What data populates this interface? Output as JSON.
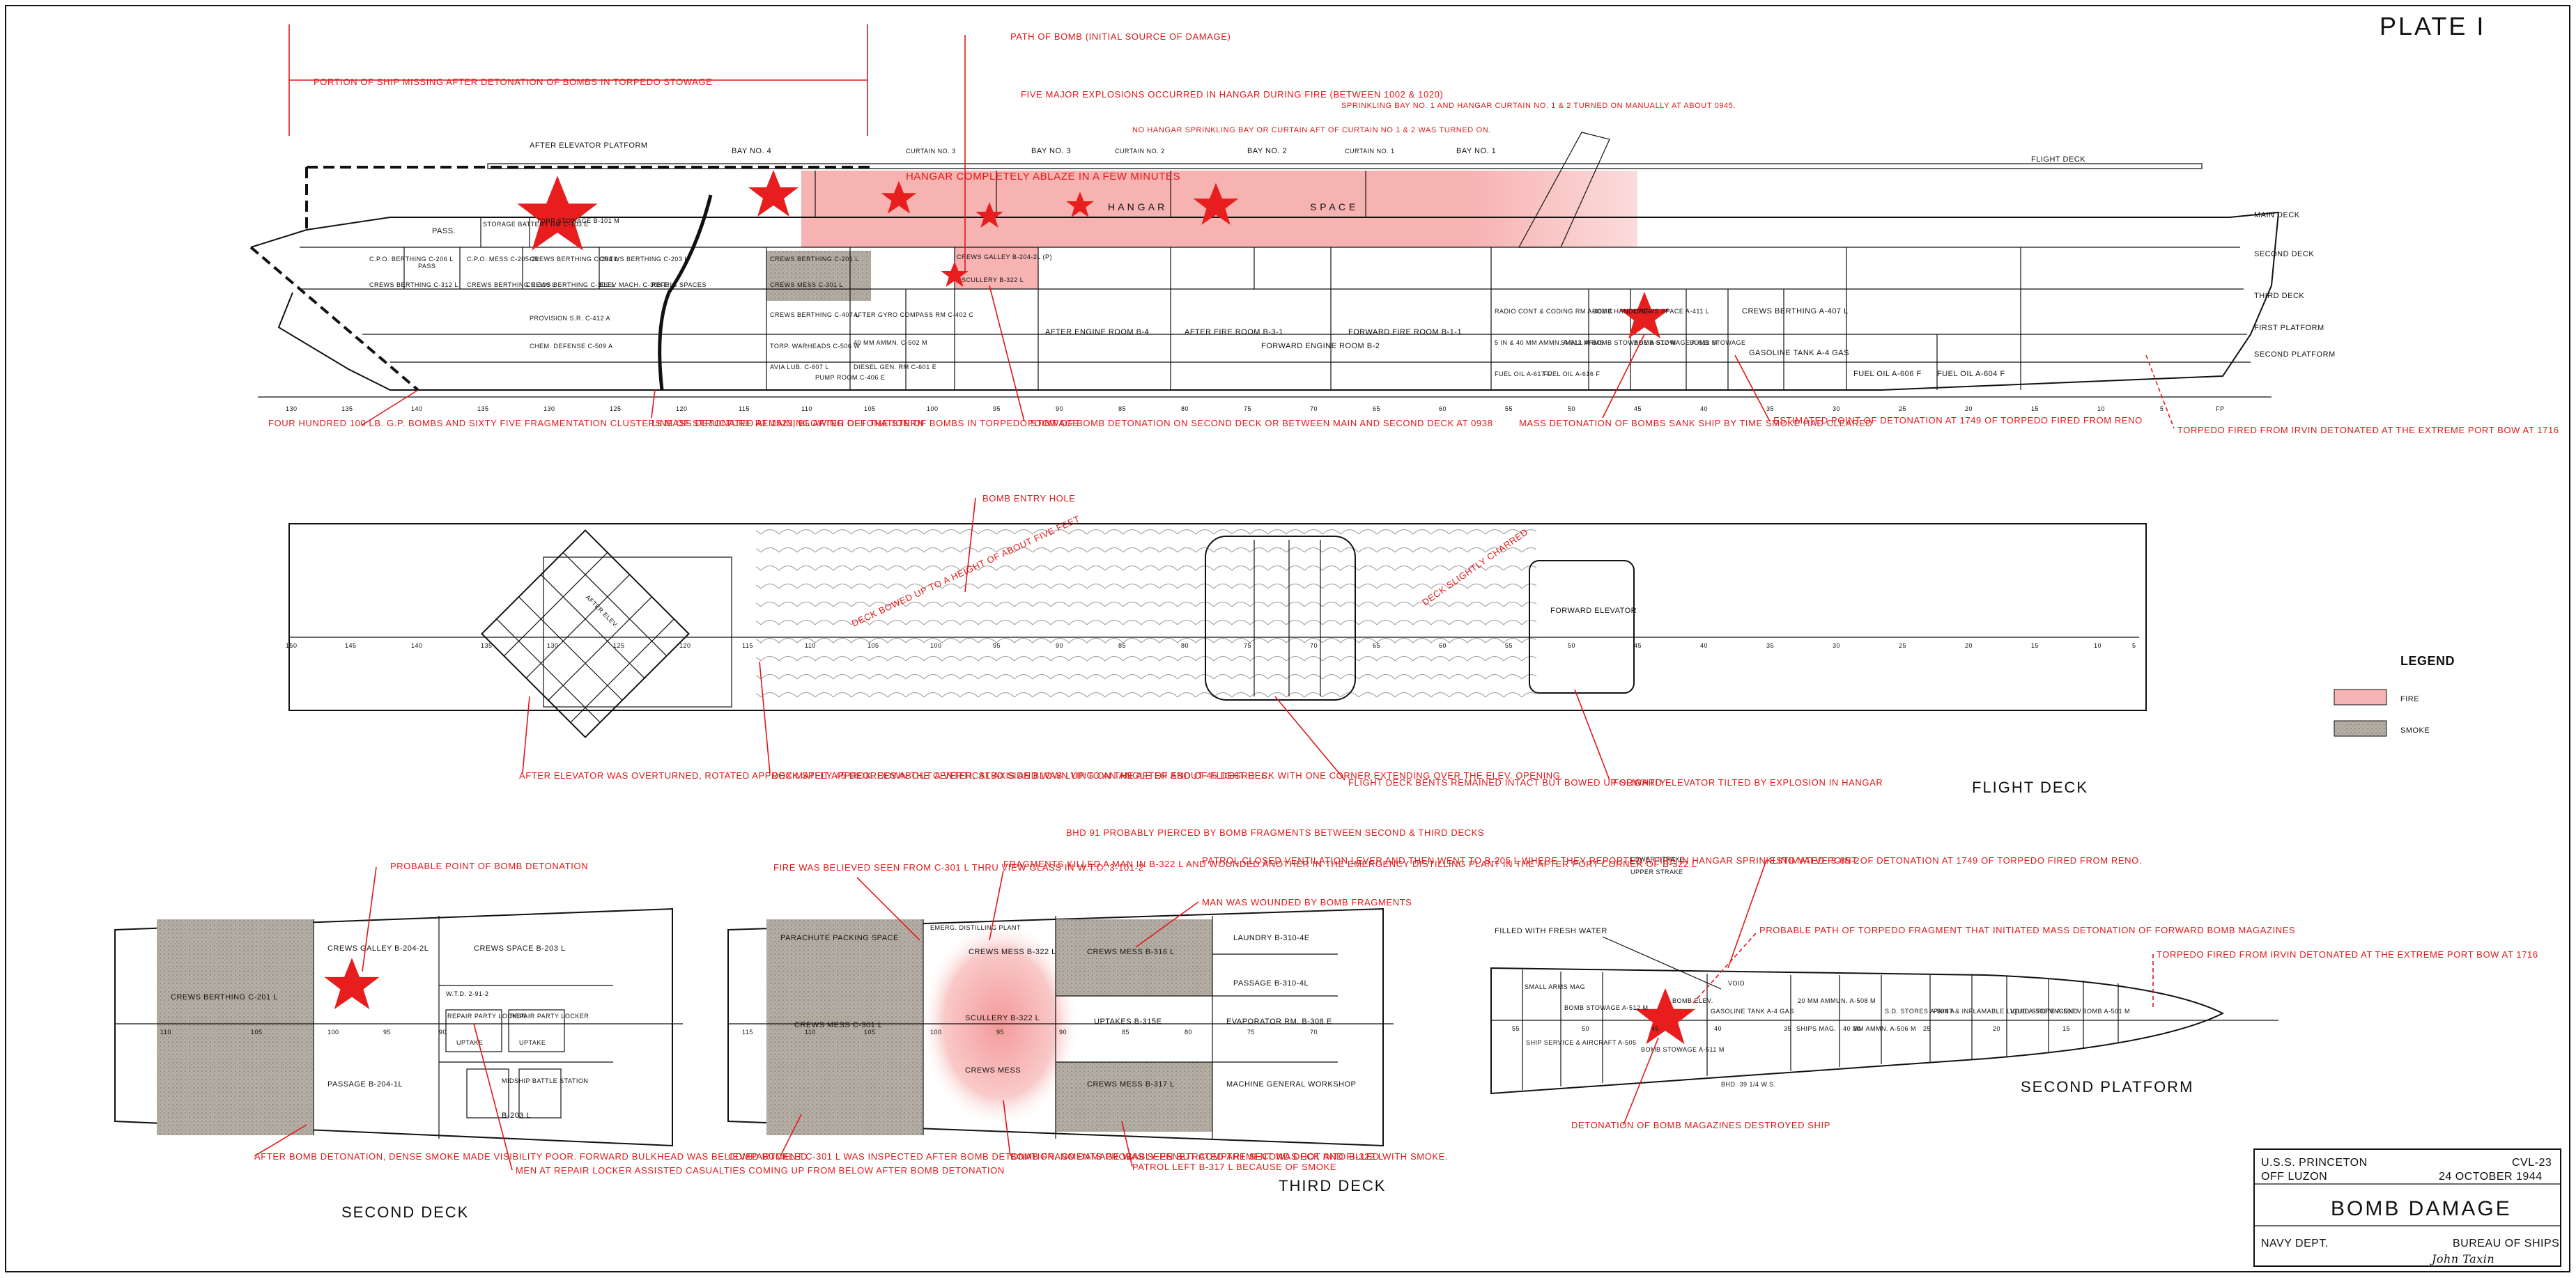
{
  "plate": {
    "number": "PLATE I",
    "ship": "U.S.S. PRINCETON",
    "location": "OFF LUZON",
    "hull": "CVL-23",
    "date": "24 OCTOBER 1944",
    "title": "BOMB DAMAGE",
    "dept_left": "NAVY DEPT.",
    "dept_right": "BUREAU OF SHIPS",
    "signature": "John Taxin"
  },
  "legend": {
    "title": "LEGEND",
    "items": [
      {
        "label": "FIRE",
        "color": "#f6b3b3"
      },
      {
        "label": "SMOKE",
        "color": "#9c958b"
      }
    ]
  },
  "profile": {
    "decks": [
      "FLIGHT DECK",
      "MAIN DECK",
      "SECOND DECK",
      "THIRD DECK",
      "FIRST PLATFORM",
      "SECOND PLATFORM"
    ],
    "bays": [
      "AFTER ELEVATOR PLATFORM",
      "BAY NO. 4",
      "CURTAIN NO. 3",
      "BAY NO. 3",
      "CURTAIN NO. 2",
      "BAY NO. 2",
      "CURTAIN NO. 1",
      "BAY NO. 1"
    ],
    "hangar_text": [
      "HANGAR COMPLETELY ABLAZE IN A FEW MINUTES",
      "H A N G A R",
      "S P A C E"
    ],
    "rooms": [
      "PASS.",
      "STORAGE BATTERY RM C-103 E",
      "TORP STOWAGE B-101 M",
      "C.P.O. BERTHING C-206 L",
      "PASS",
      "C.P.O. MESS C-205-2L",
      "CREWS BERTHING C-204 L",
      "CREWS BERTHING C-203 L",
      "CREWS BERTHING C-312 L",
      "CREWS BERTHING C-310 L",
      "CREWS BERTHING C-309 L",
      "ELEV MACH. C-308 E",
      "REFRIG SPACES",
      "PROVISION S.R. C-412 A",
      "CHEM. DEFENSE C-509 A",
      "CREWS BERTHING C-201 L",
      "CREWS MESS C-301 L",
      "CREWS BERTHING C-407 L",
      "TORP. WARHEADS C-506 W",
      "AVIA LUB. C-607 L",
      "PUMP ROOM C-406 E",
      "CREWS GALLEY B-204-2L (P)",
      "SCULLERY B-322 L",
      "AFTER GYRO COMPASS RM C-402 C",
      "40 MM AMMN. C-502 M",
      "DIESEL GEN. RM C-601 E",
      "AFTER ENGINE ROOM B-4",
      "AFTER FIRE ROOM B-3-1",
      "FORWARD ENGINE ROOM B-2",
      "FORWARD FIRE ROOM B-1-1",
      "RADIO CONT & CODING RM A-402 C",
      "5 IN & 40 MM AMMN. A-513 M",
      "BOMB HANDLING",
      "CREWS SPACE A-411 L",
      "SMALL ARMS",
      "BOMB STOWAGE A-512 M",
      "BOMB STOWAGE A-511 M",
      "BOMB STOWAGE",
      "FUEL OIL A-617 F",
      "FUEL OIL A-616 F",
      "CREWS BERTHING A-407 L",
      "GASOLINE TANK A-4 GAS",
      "FUEL OIL A-606 F",
      "FUEL OIL A-604 F"
    ],
    "frames": [
      "130",
      "135",
      "140",
      "135",
      "130",
      "125",
      "120",
      "115",
      "110",
      "105",
      "100",
      "95",
      "90",
      "85",
      "80",
      "75",
      "70",
      "65",
      "60",
      "55",
      "50",
      "45",
      "40",
      "35",
      "30",
      "25",
      "20",
      "15",
      "10",
      "5",
      "FP"
    ],
    "annotations": [
      "PORTION OF SHIP MISSING AFTER DETONATION OF BOMBS IN TORPEDO STOWAGE",
      "PATH OF BOMB (INITIAL SOURCE OF DAMAGE)",
      "FIVE MAJOR EXPLOSIONS OCCURRED IN HANGAR DURING FIRE (BETWEEN 1002 & 1020)",
      "NO HANGAR SPRINKLING BAY OR CURTAIN AFT OF CURTAIN NO 1 & 2 WAS TURNED ON.",
      "SPRINKLING BAY NO. 1 AND HANGAR CURTAIN NO. 1 & 2 TURNED ON MANUALLY AT ABOUT 0945.",
      "FOUR HUNDRED 100 LB. G.P. BOMBS AND SIXTY FIVE FRAGMENTATION CLUSTERS MASS DETONATED AT 1523, BLOWING OFF THE STERN",
      "LINE OF STRUCTURE REMAINING AFTER DETONATION OF BOMBS IN TORPEDO STOWAGE",
      "POINT OF BOMB DETONATION ON SECOND DECK OR BETWEEN MAIN AND SECOND DECK AT 0938",
      "MASS DETONATION OF BOMBS SANK SHIP BY TIME SMOKE HAD CLEARED",
      "ESTIMATED POINT OF DETONATION AT 1749 OF TORPEDO FIRED FROM RENO",
      "TORPEDO FIRED FROM IRVIN DETONATED AT THE EXTREME PORT BOW AT 1716"
    ]
  },
  "flight_deck": {
    "label": "FLIGHT DECK",
    "frames": [
      "150",
      "145",
      "140",
      "135",
      "130",
      "125",
      "120",
      "115",
      "110",
      "105",
      "100",
      "95",
      "90",
      "85",
      "80",
      "75",
      "70",
      "65",
      "60",
      "55",
      "50",
      "45",
      "40",
      "35",
      "30",
      "25",
      "20",
      "15",
      "10",
      "5"
    ],
    "inline": [
      "AFTER ELEV.",
      "FORWARD ELEVATOR",
      "DECK BOWED UP TO A HEIGHT OF ABOUT FIVE FEET",
      "DECK SLIGHTLY CHARRED"
    ],
    "annotations": [
      "BOMB ENTRY HOLE",
      "AFTER ELEVATOR WAS OVERTURNED, ROTATED APPROXIMATELY 45 DEGREES ABOUT A VERTICAL AXIS AND WAS LYING ON THE AFTER END OF FLIGHT DECK WITH ONE CORNER EXTENDING OVER THE ELEV. OPENING.",
      "DECK SPLIT APPROX. DOWN THE CENTER, STBD SIDE BLOWN UP TO AN ANGLE OF ABOUT 45 DEGREES.",
      "FLIGHT DECK BENTS REMAINED INTACT BUT BOWED UP SLIGHTLY",
      "FORWARD ELEVATOR TILTED BY EXPLOSION IN HANGAR"
    ]
  },
  "second_deck": {
    "label": "SECOND DECK",
    "frames": [
      "110",
      "105",
      "100",
      "95",
      "90"
    ],
    "rooms": [
      "CREWS BERTHING C-201 L",
      "CREWS GALLEY B-204-2L",
      "CREWS SPACE B-203 L",
      "W.T.D. 2-91-2",
      "REPAIR PARTY LOCKER",
      "REPAIR PARTY LOCKER",
      "UPTAKE",
      "UPTAKE",
      "PASSAGE B-204-1L",
      "MIDSHIP BATTLE STATION",
      "B-203 L"
    ],
    "annotations": [
      "PROBABLE POINT OF BOMB DETONATION",
      "AFTER BOMB DETONATION, DENSE SMOKE MADE VISIBILITY POOR. FORWARD BULKHEAD WAS BELIEVED BUCKLED.",
      "MEN AT REPAIR LOCKER ASSISTED CASUALTIES COMING UP FROM BELOW AFTER BOMB DETONATION"
    ]
  },
  "third_deck": {
    "label": "THIRD DECK",
    "frames": [
      "115",
      "110",
      "105",
      "100",
      "95",
      "90",
      "85",
      "80",
      "75",
      "70"
    ],
    "rooms": [
      "PARACHUTE PACKING SPACE",
      "EMERG. DISTILLING PLANT",
      "CREWS MESS B-322 L",
      "CREWS MESS B-316 L",
      "LAUNDRY B-310-4E",
      "CREWS MESS C-301 L",
      "SCULLERY B-322 L",
      "PASSAGE B-310-4L",
      "UPTAKES B-315E",
      "EVAPORATOR RM. B-308 E",
      "CREWS MESS",
      "CREWS MESS B-317 L",
      "MACHINE GENERAL WORKSHOP"
    ],
    "annotations": [
      "BHD 91 PROBABLY PIERCED BY BOMB FRAGMENTS BETWEEN SECOND & THIRD DECKS",
      "FIRE WAS BELIEVED SEEN FROM C-301 L THRU VIEW GLASS IN W.T.D. 3-101-2",
      "FRAGMENTS KILLED A MAN IN B-322 L AND WOUNDED ANOTHER IN THE EMERGENCY DISTILLING PLANT IN THE AFTER PORT CORNER OF B-322 L",
      "PATROL CLOSED VENTILATION LEVER AND THEN WENT TO B-205 L WHERE THEY REPORTED A FIRE IN HANGAR SPRINKLING VALVE 3-85-2",
      "MAN WAS WOUNDED BY BOMB FRAGMENTS",
      "COMPARTMENT C-301 L WAS INSPECTED AFTER BOMB DETONATION. NO DAMAGE WAS SEEN BUT COMPARTMENT WAS HOT AND FILLED WITH SMOKE.",
      "BOMB FRAGMENTS PROBABLY PENETRATED THE SECOND DECK INTO B-322 L",
      "PATROL LEFT B-317 L BECAUSE OF SMOKE"
    ]
  },
  "second_platform": {
    "label": "SECOND PLATFORM",
    "frames": [
      "55",
      "50",
      "45",
      "40",
      "35",
      "30",
      "25",
      "20",
      "15"
    ],
    "rooms": [
      "SMALL ARMS MAG",
      "BOMB STOWAGE A-512 M",
      "SHIP SERVICE & AIRCRAFT A-505",
      "BOMB STOWAGE A-511 M",
      "BOMB ELEV.",
      "GASOLINE TANK A-4 GAS",
      "VOID",
      "20 MM AMMUN. A-508 M",
      "SHIPS MAG.",
      "40 MM AMMN. A-506 M",
      "S.D. STORES A-504 A",
      "PAINT & INFLAMABLE LIQUID STORE A-503 V",
      "VOID A-502 V",
      "INCEND. BOMB A-501 M"
    ],
    "inline": [
      "FILLED WITH FRESH WATER",
      "LOWER STRAKE",
      "UPPER STRAKE",
      "BHD. 39 1/4 W.S."
    ],
    "annotations": [
      "ESTIMATED POINT OF DETONATION AT 1749 OF TORPEDO FIRED FROM RENO.",
      "PROBABLE PATH OF TORPEDO FRAGMENT THAT INITIATED MASS DETONATION OF FORWARD BOMB MAGAZINES",
      "TORPEDO FIRED FROM IRVIN DETONATED AT THE EXTREME PORT BOW AT 1716",
      "DETONATION OF BOMB MAGAZINES DESTROYED SHIP"
    ]
  }
}
